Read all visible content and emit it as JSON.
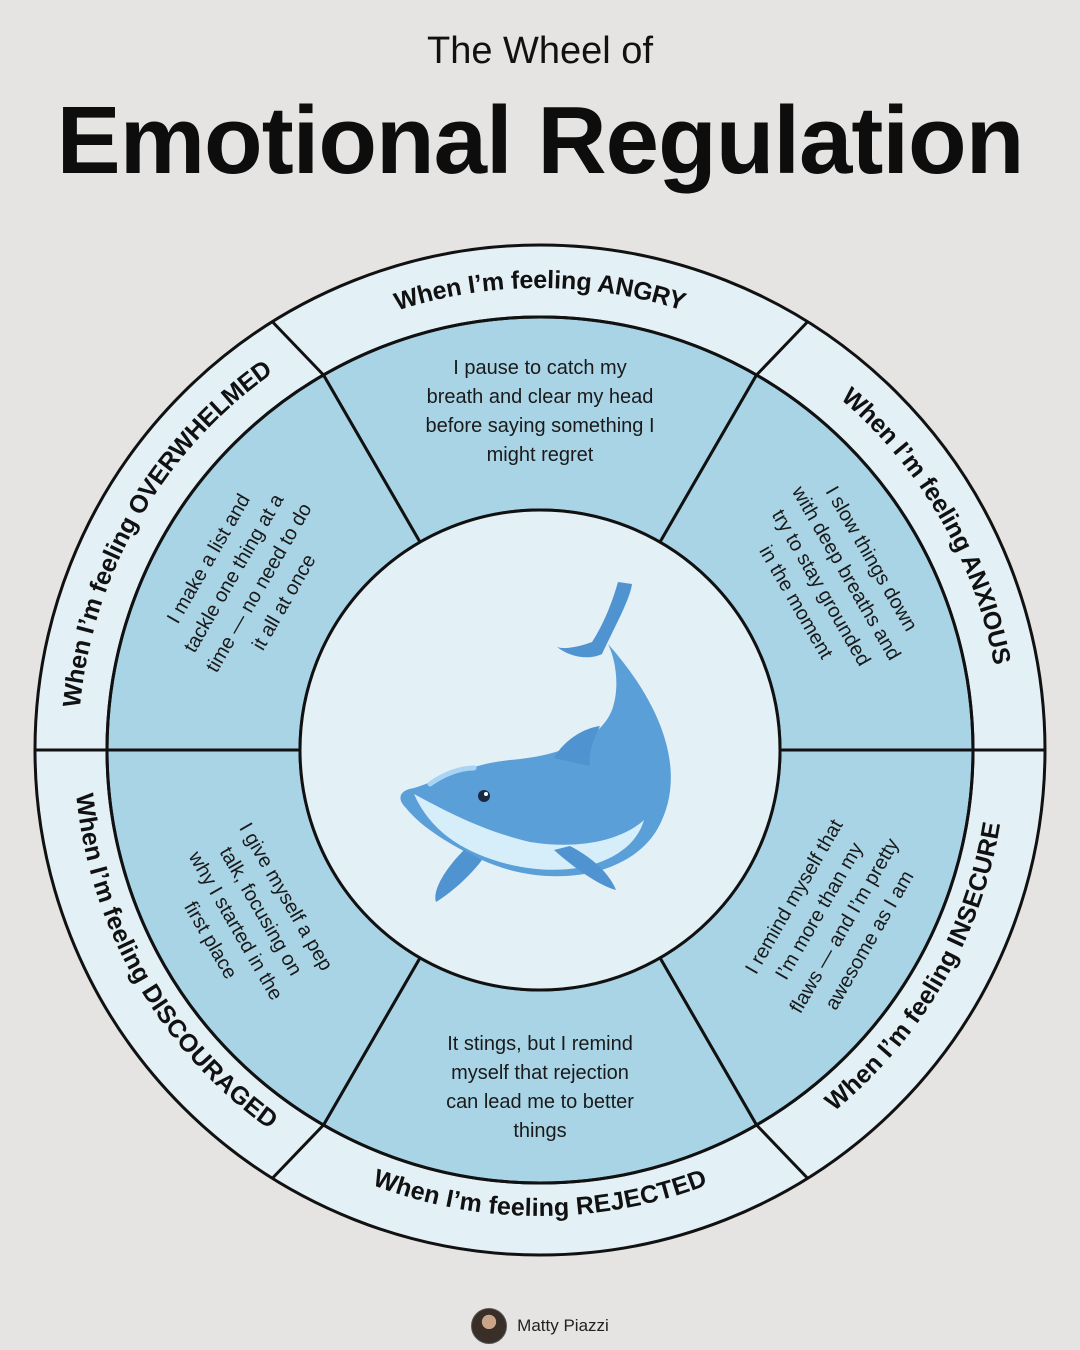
{
  "header": {
    "subtitle": "The Wheel of",
    "title": "Emotional Regulation"
  },
  "wheel": {
    "center_icon": "dolphin-illustration",
    "colors": {
      "outer_ring": "#e3f0f6",
      "segment": "#a9d4e6",
      "center": "#e3f0f6",
      "stroke": "#111111",
      "dolphin_body": "#5b9fd8",
      "dolphin_belly": "#d6eef9"
    },
    "segments": [
      {
        "key": "angry",
        "label": "When I’m feeling ANGRY",
        "lines": [
          "I pause to catch my",
          "breath and clear my head",
          "before saying something I",
          "might regret"
        ]
      },
      {
        "key": "anxious",
        "label": "When I’m feeling ANXIOUS",
        "lines": [
          "I slow things down",
          "with deep breaths and",
          "try to stay grounded",
          "in the moment"
        ]
      },
      {
        "key": "insecure",
        "label": "When I’m feeling INSECURE",
        "lines": [
          "I remind myself that",
          "I’m more than my",
          "flaws — and I’m pretty",
          "awesome as I am"
        ]
      },
      {
        "key": "rejected",
        "label": "When I’m feeling REJECTED",
        "lines": [
          "It stings, but I remind",
          "myself that rejection",
          "can lead me to better",
          "things"
        ]
      },
      {
        "key": "discouraged",
        "label": "When I’m feeling DISCOURAGED",
        "lines": [
          "I give myself a pep",
          "talk, focusing on",
          "why I started in the",
          "first place"
        ]
      },
      {
        "key": "overwhelmed",
        "label": "When I’m feeling OVERWHELMED",
        "lines": [
          "I make a list and",
          "tackle one thing at a",
          "time — no need to do",
          "it all at once"
        ]
      }
    ]
  },
  "footer": {
    "author": "Matty Piazzi",
    "avatar_icon": "avatar-photo"
  }
}
